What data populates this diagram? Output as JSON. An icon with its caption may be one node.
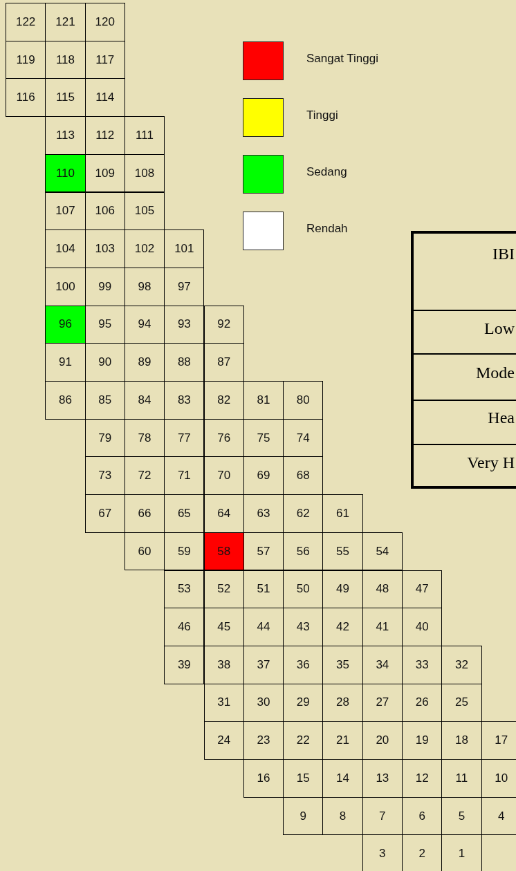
{
  "diagram": {
    "nodes": [
      {
        "text": [
          "122"
        ]
      },
      {
        "text": [
          "121"
        ]
      },
      {
        "text": [
          "120"
        ]
      },
      {
        "text": [
          "119"
        ]
      },
      {
        "text": [
          "118"
        ]
      },
      {
        "text": [
          "117"
        ]
      },
      {
        "text": [
          "116"
        ]
      },
      {
        "text": [
          "115"
        ]
      },
      {
        "text": [
          "114"
        ]
      },
      {
        "text": [
          "113"
        ]
      },
      {
        "text": [
          "112"
        ]
      },
      {
        "text": [
          "111"
        ]
      },
      {
        "text": [
          "110"
        ]
      },
      {
        "text": [
          "109"
        ]
      },
      {
        "text": [
          "108"
        ]
      },
      {
        "text": [
          "107"
        ]
      },
      {
        "text": [
          "106"
        ]
      },
      {
        "text": [
          "105"
        ]
      },
      {
        "text": [
          "104"
        ]
      },
      {
        "text": [
          "103"
        ]
      },
      {
        "text": [
          "102"
        ]
      },
      {
        "text": [
          "101"
        ]
      },
      {
        "text": [
          "100"
        ]
      },
      {
        "text": [
          "99"
        ]
      },
      {
        "text": [
          "98"
        ]
      },
      {
        "text": [
          "97"
        ]
      },
      {
        "text": [
          "96"
        ]
      },
      {
        "text": [
          "95"
        ]
      },
      {
        "text": [
          "94"
        ]
      },
      {
        "text": [
          "93"
        ]
      },
      {
        "text": [
          "92"
        ]
      },
      {
        "text": [
          "91"
        ]
      },
      {
        "text": [
          "90"
        ]
      },
      {
        "text": [
          "89"
        ]
      },
      {
        "text": [
          "88"
        ]
      },
      {
        "text": [
          "87"
        ]
      },
      {
        "text": [
          "86"
        ]
      },
      {
        "text": [
          "85"
        ]
      },
      {
        "text": [
          "84"
        ]
      },
      {
        "text": [
          "83"
        ]
      },
      {
        "text": [
          "82"
        ]
      },
      {
        "text": [
          "81"
        ]
      },
      {
        "text": [
          "80"
        ]
      },
      {
        "text": [
          "79"
        ]
      },
      {
        "text": [
          "78"
        ]
      },
      {
        "text": [
          "77"
        ]
      },
      {
        "text": [
          "76"
        ]
      },
      {
        "text": [
          "75"
        ]
      },
      {
        "text": [
          "74"
        ]
      },
      {
        "text": [
          "73"
        ]
      },
      {
        "text": [
          "72"
        ]
      },
      {
        "text": [
          "71"
        ]
      },
      {
        "text": [
          "70"
        ]
      },
      {
        "text": [
          "69"
        ]
      },
      {
        "text": [
          "68"
        ]
      },
      {
        "text": [
          "67"
        ]
      },
      {
        "text": [
          "66"
        ]
      },
      {
        "text": [
          "65"
        ]
      },
      {
        "text": [
          "64"
        ]
      },
      {
        "text": [
          "63"
        ]
      },
      {
        "text": [
          "62"
        ]
      },
      {
        "text": [
          "61"
        ]
      },
      {
        "text": [
          "60"
        ]
      },
      {
        "text": [
          "59"
        ]
      },
      {
        "text": [
          "58"
        ]
      },
      {
        "text": [
          "57"
        ]
      },
      {
        "text": [
          "56"
        ]
      },
      {
        "text": [
          "55"
        ]
      },
      {
        "text": [
          "54"
        ]
      },
      {
        "text": [
          "53"
        ]
      },
      {
        "text": [
          "52"
        ]
      },
      {
        "text": [
          "51"
        ]
      },
      {
        "text": [
          "50"
        ]
      },
      {
        "text": [
          "49"
        ]
      },
      {
        "text": [
          "48"
        ]
      },
      {
        "text": [
          "47"
        ]
      },
      {
        "text": [
          "46"
        ]
      },
      {
        "text": [
          "45"
        ]
      },
      {
        "text": [
          "44"
        ]
      },
      {
        "text": [
          "43"
        ]
      },
      {
        "text": [
          "42"
        ]
      },
      {
        "text": [
          "41"
        ]
      },
      {
        "text": [
          "40"
        ]
      },
      {
        "text": [
          "39"
        ]
      },
      {
        "text": [
          "38"
        ]
      },
      {
        "text": [
          "37"
        ]
      },
      {
        "text": [
          "36"
        ]
      },
      {
        "text": [
          "35"
        ]
      },
      {
        "text": [
          "34"
        ]
      },
      {
        "text": [
          "33"
        ]
      },
      {
        "text": [
          "32"
        ]
      },
      {
        "text": [
          "31"
        ]
      },
      {
        "text": [
          "30"
        ]
      },
      {
        "text": [
          "29"
        ]
      },
      {
        "text": [
          "28"
        ]
      },
      {
        "text": [
          "27"
        ]
      },
      {
        "text": [
          "26"
        ]
      },
      {
        "text": [
          "25"
        ]
      },
      {
        "text": [
          "24"
        ]
      },
      {
        "text": [
          "23"
        ]
      },
      {
        "text": [
          "22"
        ]
      },
      {
        "text": [
          "21"
        ]
      },
      {
        "text": [
          "20"
        ]
      },
      {
        "text": [
          "19"
        ]
      },
      {
        "text": [
          "18"
        ]
      },
      {
        "text": [
          "17"
        ]
      },
      {
        "text": [
          "16"
        ]
      },
      {
        "text": [
          "15"
        ]
      },
      {
        "text": [
          "14"
        ]
      },
      {
        "text": [
          "13"
        ]
      },
      {
        "text": [
          "12"
        ]
      },
      {
        "text": [
          "11"
        ]
      },
      {
        "text": [
          "10"
        ]
      },
      {
        "text": [
          "9"
        ]
      },
      {
        "text": [
          "8"
        ]
      },
      {
        "text": [
          "7"
        ]
      },
      {
        "text": [
          "6"
        ]
      },
      {
        "text": [
          "5"
        ]
      },
      {
        "text": [
          "4"
        ]
      },
      {
        "text": [
          "3"
        ]
      },
      {
        "text": [
          "2"
        ]
      },
      {
        "text": [
          "1"
        ]
      }
    ],
    "edges": [],
    "labels": [
      "IBI",
      "Low",
      "Mode",
      "Hea",
      "Very H"
    ],
    "legend": [
      {
        "text": "Sangat Tinggi",
        "color": "#ff0000"
      },
      {
        "text": "Tinggi",
        "color": "#ffff00"
      },
      {
        "text": "Sedang",
        "color": "#00ff00"
      },
      {
        "text": "Rendah",
        "color": "#ffffff"
      }
    ]
  }
}
